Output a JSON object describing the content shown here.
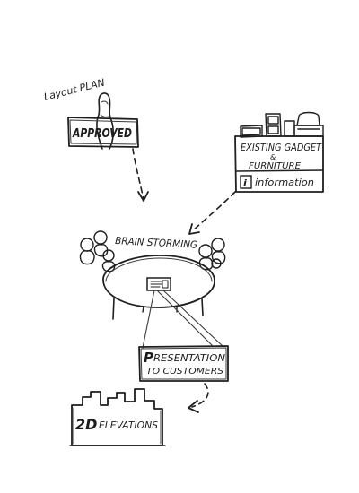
{
  "approval": {
    "caption": "Layout PLAN",
    "stamp": "APPROVED"
  },
  "existing": {
    "line1": "EXISTING GADGET",
    "line2": "&",
    "line3": "FURNITURE",
    "info": "information",
    "info_initial": "i"
  },
  "meeting": {
    "title": "BRAIN STORMING"
  },
  "presentation": {
    "initial": "P",
    "line1": "RESENTATION",
    "line2": "TO CUSTOMERS"
  },
  "elevations": {
    "prefix": "2D",
    "label": "ELEVATIONS"
  }
}
